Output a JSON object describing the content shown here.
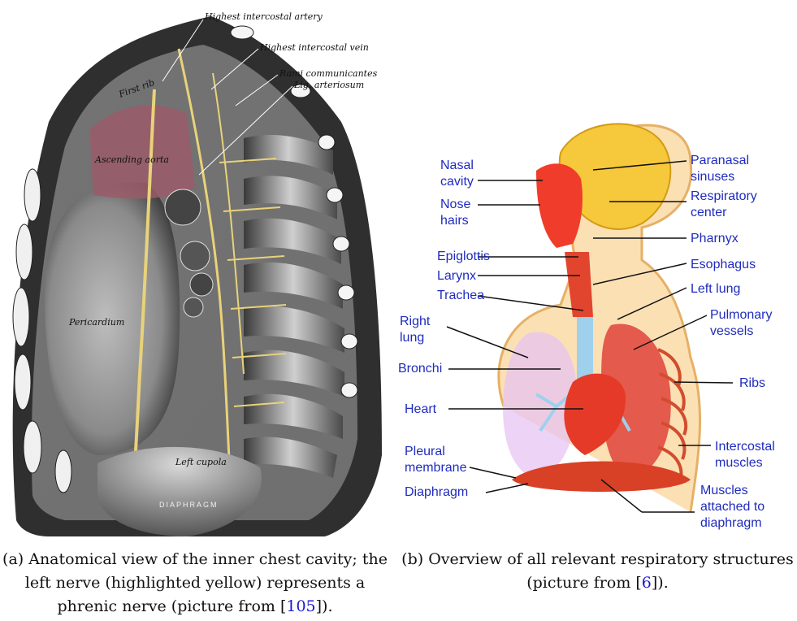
{
  "figure_a": {
    "labels": {
      "highest_intercostal_artery": "Highest intercostal artery",
      "highest_intercostal_vein": "Highest intercostal vein",
      "rami_communicantes": "Rami communicantes",
      "lig_arteriosum": "Lig. arteriosum",
      "first_rib": "First rib",
      "ascending_aorta": "Ascending aorta",
      "pericardium": "Pericardium",
      "left_cupola": "Left cupola",
      "diaphragm": "DIAPHRAGM"
    },
    "caption": {
      "prefix": "(a) Anatomical view of the inner chest cavity; the left nerve (highlighted yellow) represents a phrenic nerve (picture from [",
      "ref": "105",
      "suffix": "])."
    }
  },
  "figure_b": {
    "labels": {
      "nasal_cavity": [
        "Nasal",
        "cavity"
      ],
      "nose_hairs": [
        "Nose",
        "hairs"
      ],
      "epiglottis": [
        "Epiglottis"
      ],
      "larynx": [
        "Larynx"
      ],
      "trachea": [
        "Trachea"
      ],
      "right_lung": [
        "Right",
        "lung"
      ],
      "bronchi": [
        "Bronchi"
      ],
      "heart": [
        "Heart"
      ],
      "pleural_membrane": [
        "Pleural",
        "membrane"
      ],
      "diaphragm": [
        "Diaphragm"
      ],
      "paranasal_sinuses": [
        "Paranasal",
        "sinuses"
      ],
      "respiratory_center": [
        "Respiratory",
        "center"
      ],
      "pharnyx": [
        "Pharnyx"
      ],
      "esophagus": [
        "Esophagus"
      ],
      "left_lung": [
        "Left lung"
      ],
      "pulmonary_vessels": [
        "Pulmonary",
        "vessels"
      ],
      "ribs": [
        "Ribs"
      ],
      "intercostal_muscles": [
        "Intercostal",
        "muscles"
      ],
      "muscles_attached": [
        "Muscles",
        "attached to",
        "diaphragm"
      ]
    },
    "caption": {
      "prefix": "(b) Overview of all relevant respiratory structures (picture from [",
      "ref": "6",
      "suffix": "])."
    }
  },
  "colors": {
    "label_blue": "#1f2bbf",
    "ref_blue": "#1a1acc",
    "nerve_yellow": "#e8d27a"
  }
}
